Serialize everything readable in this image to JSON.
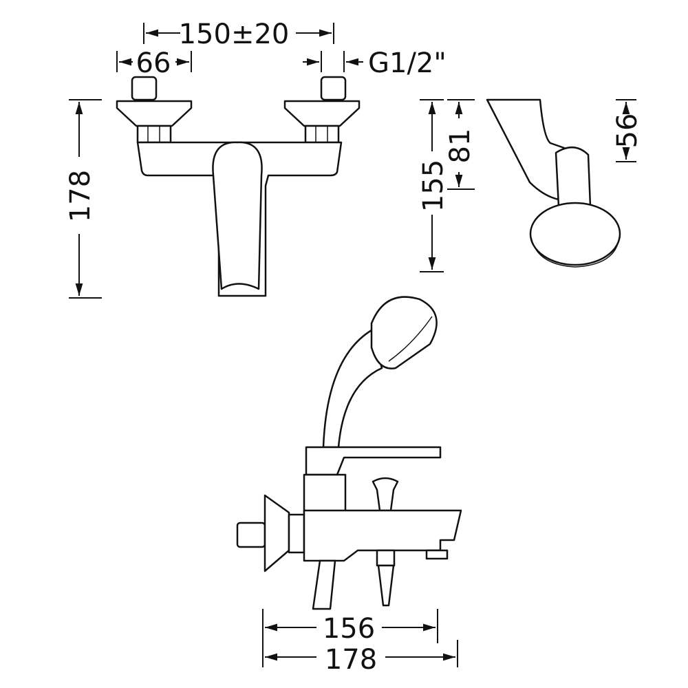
{
  "title": "Bath shower mixer technical drawing",
  "colors": {
    "line": "#111111",
    "background": "#ffffff"
  },
  "dimensions": {
    "top_width": "150±20",
    "inlet_width": "66",
    "thread": "G1/2\"",
    "front_height": "178",
    "side_height": "155",
    "side_upper_height": "81",
    "handle_height": "56",
    "spout_reach": "156",
    "total_depth": "178"
  }
}
